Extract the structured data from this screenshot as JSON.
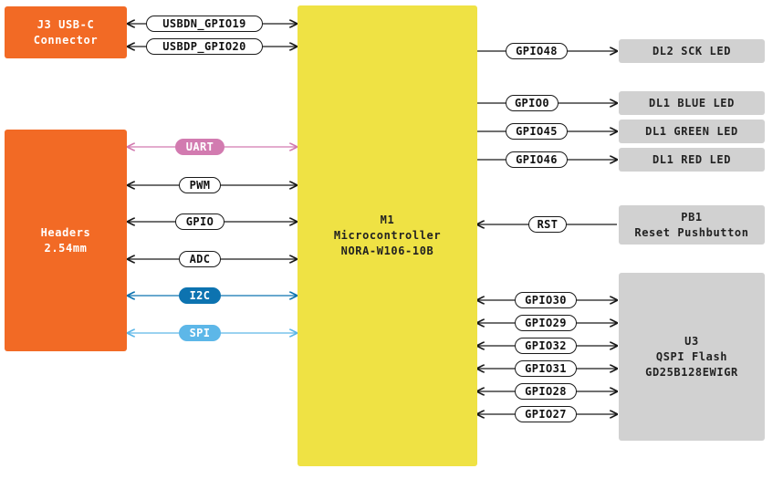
{
  "blocks": {
    "usb": {
      "lines": [
        "J3 USB-C",
        "Connector"
      ],
      "color": "#f26a25"
    },
    "headers": {
      "lines": [
        "Headers",
        "2.54mm"
      ],
      "color": "#f26a25"
    },
    "mcu": {
      "lines": [
        "M1",
        "Microcontroller",
        "NORA-W106-10B"
      ],
      "color": "#efe244"
    },
    "dl2": {
      "lines": [
        "DL2 SCK LED"
      ],
      "color": "#d1d1d1"
    },
    "dl1_blue": {
      "lines": [
        "DL1 BLUE LED"
      ],
      "color": "#d1d1d1"
    },
    "dl1_green": {
      "lines": [
        "DL1 GREEN LED"
      ],
      "color": "#d1d1d1"
    },
    "dl1_red": {
      "lines": [
        "DL1 RED LED"
      ],
      "color": "#d1d1d1"
    },
    "pb1": {
      "lines": [
        "PB1",
        "Reset Pushbutton"
      ],
      "color": "#d1d1d1"
    },
    "flash": {
      "lines": [
        "U3",
        "QSPI Flash",
        "GD25B128EWIGR"
      ],
      "color": "#d1d1d1"
    }
  },
  "signals": {
    "usbdn": {
      "label": "USBDN_GPIO19",
      "direction": "both",
      "color": "#1a1a1a"
    },
    "usbdp": {
      "label": "USBDP_GPIO20",
      "direction": "both",
      "color": "#1a1a1a"
    },
    "uart": {
      "label": "UART",
      "direction": "both",
      "color": "#d27bb0"
    },
    "pwm": {
      "label": "PWM",
      "direction": "both",
      "color": "#1a1a1a"
    },
    "gpio": {
      "label": "GPIO",
      "direction": "both",
      "color": "#1a1a1a"
    },
    "adc": {
      "label": "ADC",
      "direction": "both",
      "color": "#1a1a1a"
    },
    "i2c": {
      "label": "I2C",
      "direction": "both",
      "color": "#0d73b0"
    },
    "spi": {
      "label": "SPI",
      "direction": "both",
      "color": "#5db7e8"
    },
    "gpio48": {
      "label": "GPIO48",
      "direction": "out",
      "color": "#1a1a1a"
    },
    "gpio0": {
      "label": "GPIO0",
      "direction": "out",
      "color": "#1a1a1a"
    },
    "gpio45": {
      "label": "GPIO45",
      "direction": "out",
      "color": "#1a1a1a"
    },
    "gpio46": {
      "label": "GPIO46",
      "direction": "out",
      "color": "#1a1a1a"
    },
    "rst": {
      "label": "RST",
      "direction": "in",
      "color": "#1a1a1a"
    },
    "gpio30": {
      "label": "GPIO30",
      "direction": "both",
      "color": "#1a1a1a"
    },
    "gpio29": {
      "label": "GPIO29",
      "direction": "both",
      "color": "#1a1a1a"
    },
    "gpio32": {
      "label": "GPIO32",
      "direction": "both",
      "color": "#1a1a1a"
    },
    "gpio31": {
      "label": "GPIO31",
      "direction": "both",
      "color": "#1a1a1a"
    },
    "gpio28": {
      "label": "GPIO28",
      "direction": "both",
      "color": "#1a1a1a"
    },
    "gpio27": {
      "label": "GPIO27",
      "direction": "both",
      "color": "#1a1a1a"
    }
  }
}
